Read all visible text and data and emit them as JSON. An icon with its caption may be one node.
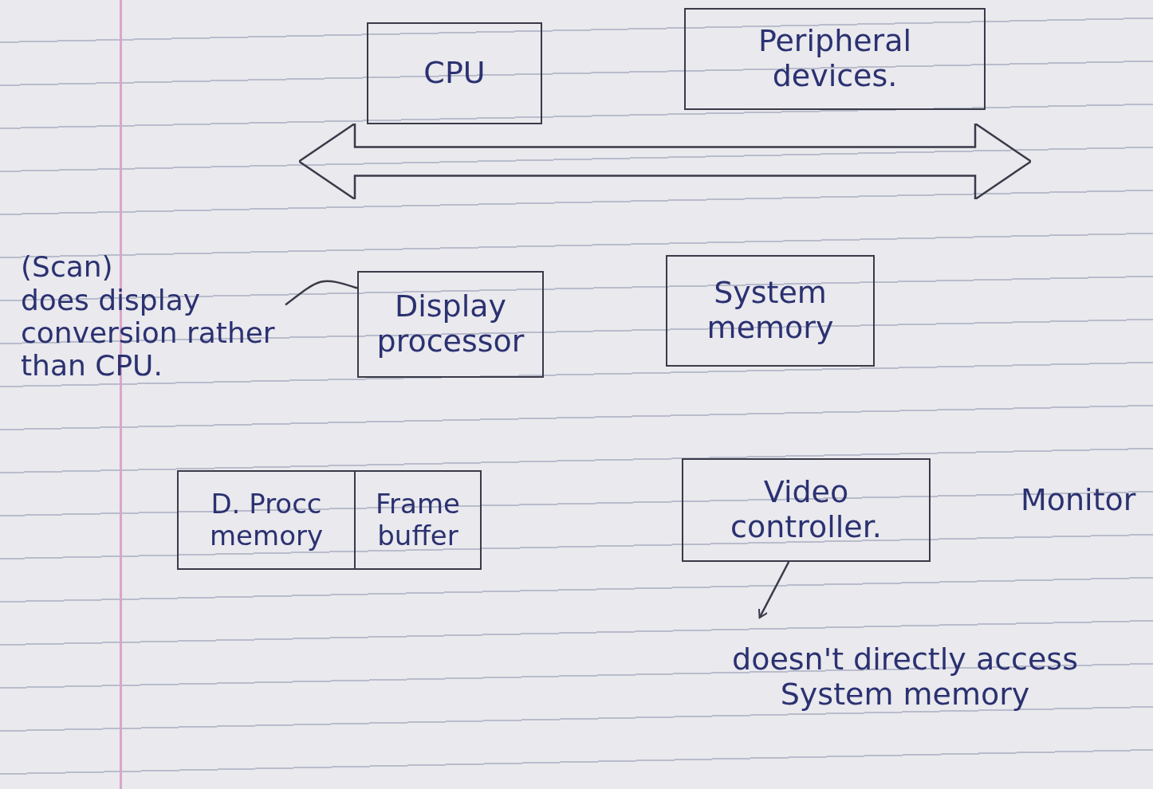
{
  "diagram": {
    "nodes": [
      {
        "text": [
          "CPU"
        ]
      },
      {
        "text": [
          "Peripheral devices."
        ]
      },
      {
        "text": [],
        "shape": "arrow"
      },
      {
        "text": [
          "(Scan)",
          "does display conversion rather than CPU."
        ]
      },
      {
        "text": [
          "Display processor"
        ]
      },
      {
        "text": [
          "System memory"
        ]
      },
      {
        "text": [
          "D. Procc memory"
        ]
      },
      {
        "text": [
          "Frame buffer"
        ]
      },
      {
        "text": [
          "Video controller."
        ]
      },
      {
        "text": [
          "doesn't directly access System memory"
        ]
      }
    ],
    "edges": [
      {
        "from": 4,
        "to": 3,
        "arrow": "none"
      },
      {
        "from": 8,
        "to": 9,
        "arrow": "to"
      }
    ],
    "labels": [
      "Monitor"
    ]
  }
}
